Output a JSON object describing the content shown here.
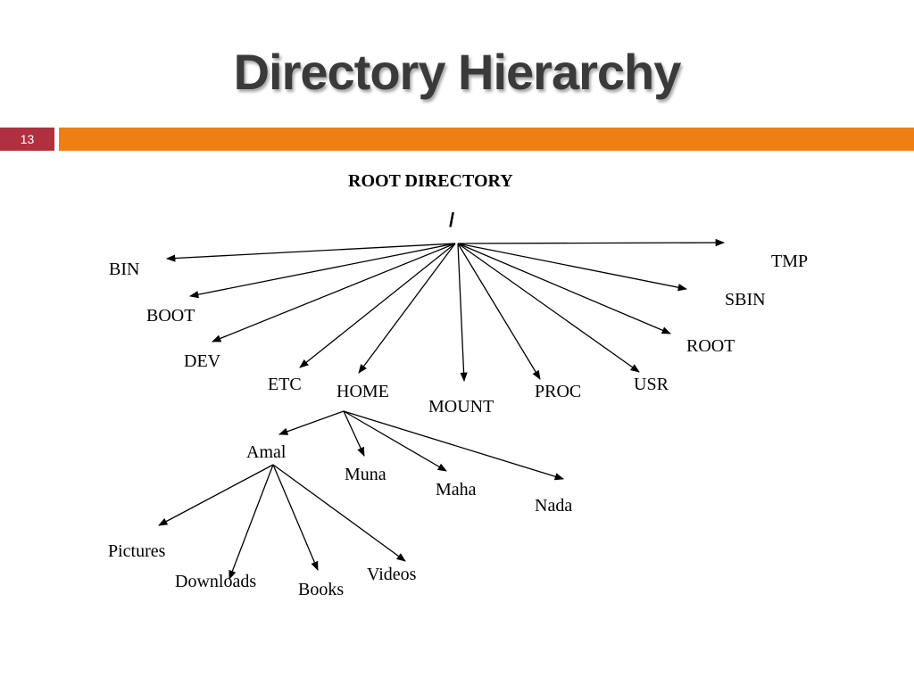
{
  "slide": {
    "title": "Directory Hierarchy",
    "number": "13",
    "accent_color": "#ee7f12",
    "number_badge_color": "#b03040"
  },
  "diagram": {
    "heading": "ROOT DIRECTORY",
    "root": "/",
    "root_children": [
      "BIN",
      "BOOT",
      "DEV",
      "ETC",
      "HOME",
      "MOUNT",
      "PROC",
      "USR",
      "ROOT",
      "SBIN",
      "TMP"
    ],
    "home_children": [
      "Amal",
      "Muna",
      "Maha",
      "Nada"
    ],
    "amal_children": [
      "Pictures",
      "Downloads",
      "Books",
      "Videos"
    ]
  }
}
